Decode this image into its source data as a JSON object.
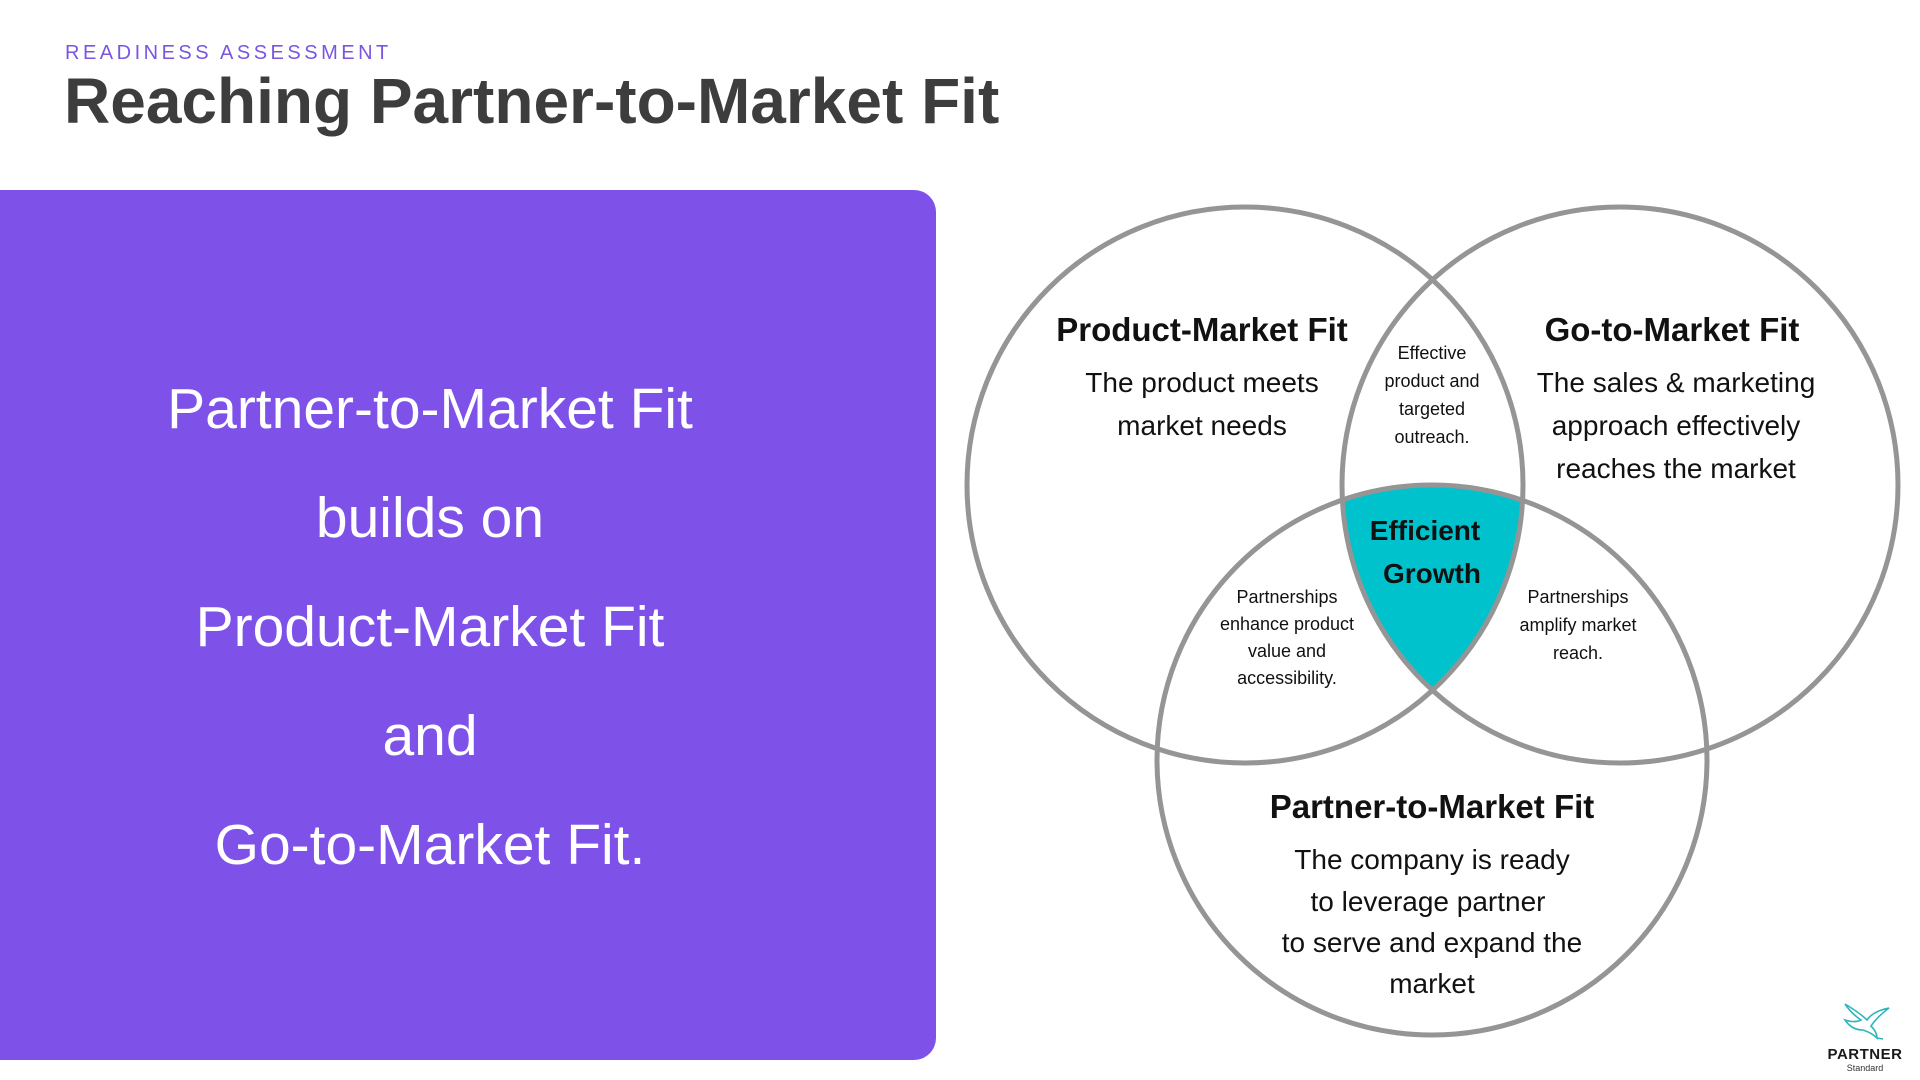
{
  "header": {
    "eyebrow": "READINESS ASSESSMENT",
    "title": "Reaching Partner-to-Market Fit"
  },
  "panel": {
    "lines": [
      "Partner-to-Market Fit",
      "builds on",
      "Product-Market Fit",
      "and",
      "Go-to-Market Fit."
    ]
  },
  "venn": {
    "colors": {
      "stroke": "#959595",
      "center_fill": "#00c2cc",
      "panel": "#7e52e8",
      "accent_text": "#7b55e0"
    },
    "product_market": {
      "title": "Product-Market Fit",
      "desc": [
        "The product meets",
        "market needs"
      ]
    },
    "go_to_market": {
      "title": "Go-to-Market Fit",
      "desc": [
        "The sales & marketing",
        "approach effectively",
        "reaches the market"
      ]
    },
    "partner_to_market": {
      "title": "Partner-to-Market Fit",
      "desc": [
        "The company is ready",
        "to leverage partner",
        "to serve and expand the",
        "market"
      ]
    },
    "overlap_top": [
      "Effective",
      "product and",
      "targeted",
      "outreach."
    ],
    "overlap_left": [
      "Partnerships",
      "enhance product",
      "value and",
      "accessibility."
    ],
    "overlap_right": [
      "Partnerships",
      "amplify market",
      "reach."
    ],
    "center": [
      "Efficient",
      "Growth"
    ]
  },
  "logo": {
    "icon": "hummingbird-icon",
    "name": "PARTNER",
    "sub": "Standard"
  }
}
